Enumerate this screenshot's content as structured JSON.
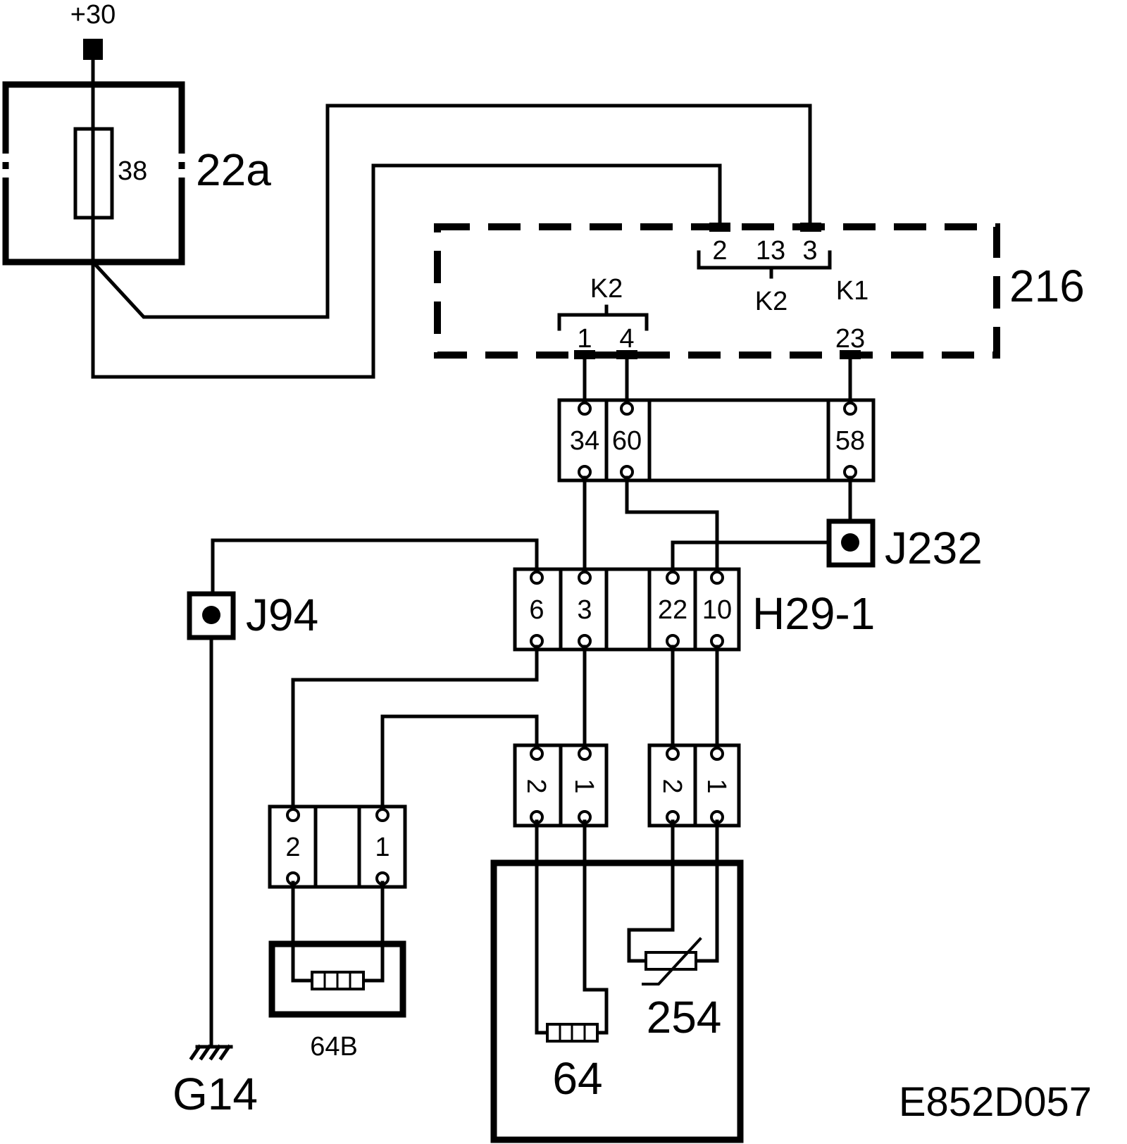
{
  "supply": {
    "label": "+30"
  },
  "fusebox": {
    "label": "22a",
    "fuse_label": "38"
  },
  "module": {
    "label": "216",
    "top_pins": [
      "2",
      "13",
      "3"
    ],
    "top_group_label": "K2",
    "k1_label": "K1",
    "bottom_group_label": "K2",
    "bottom_left_pins": [
      "1",
      "4"
    ],
    "pin_23": "23"
  },
  "connector_upper": {
    "pins": [
      "34",
      "60",
      "58"
    ]
  },
  "splice_j232": {
    "label": "J232"
  },
  "splice_j94": {
    "label": "J94"
  },
  "connector_h29": {
    "label": "H29-1",
    "pins": [
      "6",
      "3",
      "22",
      "10"
    ]
  },
  "connector_64b": {
    "pins": [
      "2",
      "1"
    ]
  },
  "connector_64": {
    "pins": [
      "2",
      "1"
    ]
  },
  "connector_254": {
    "pins": [
      "2",
      "1"
    ]
  },
  "component_64b": {
    "label": "64B"
  },
  "component_64": {
    "label": "64"
  },
  "component_254": {
    "label": "254"
  },
  "ground": {
    "label": "G14"
  },
  "diagram_code": "E852D057"
}
